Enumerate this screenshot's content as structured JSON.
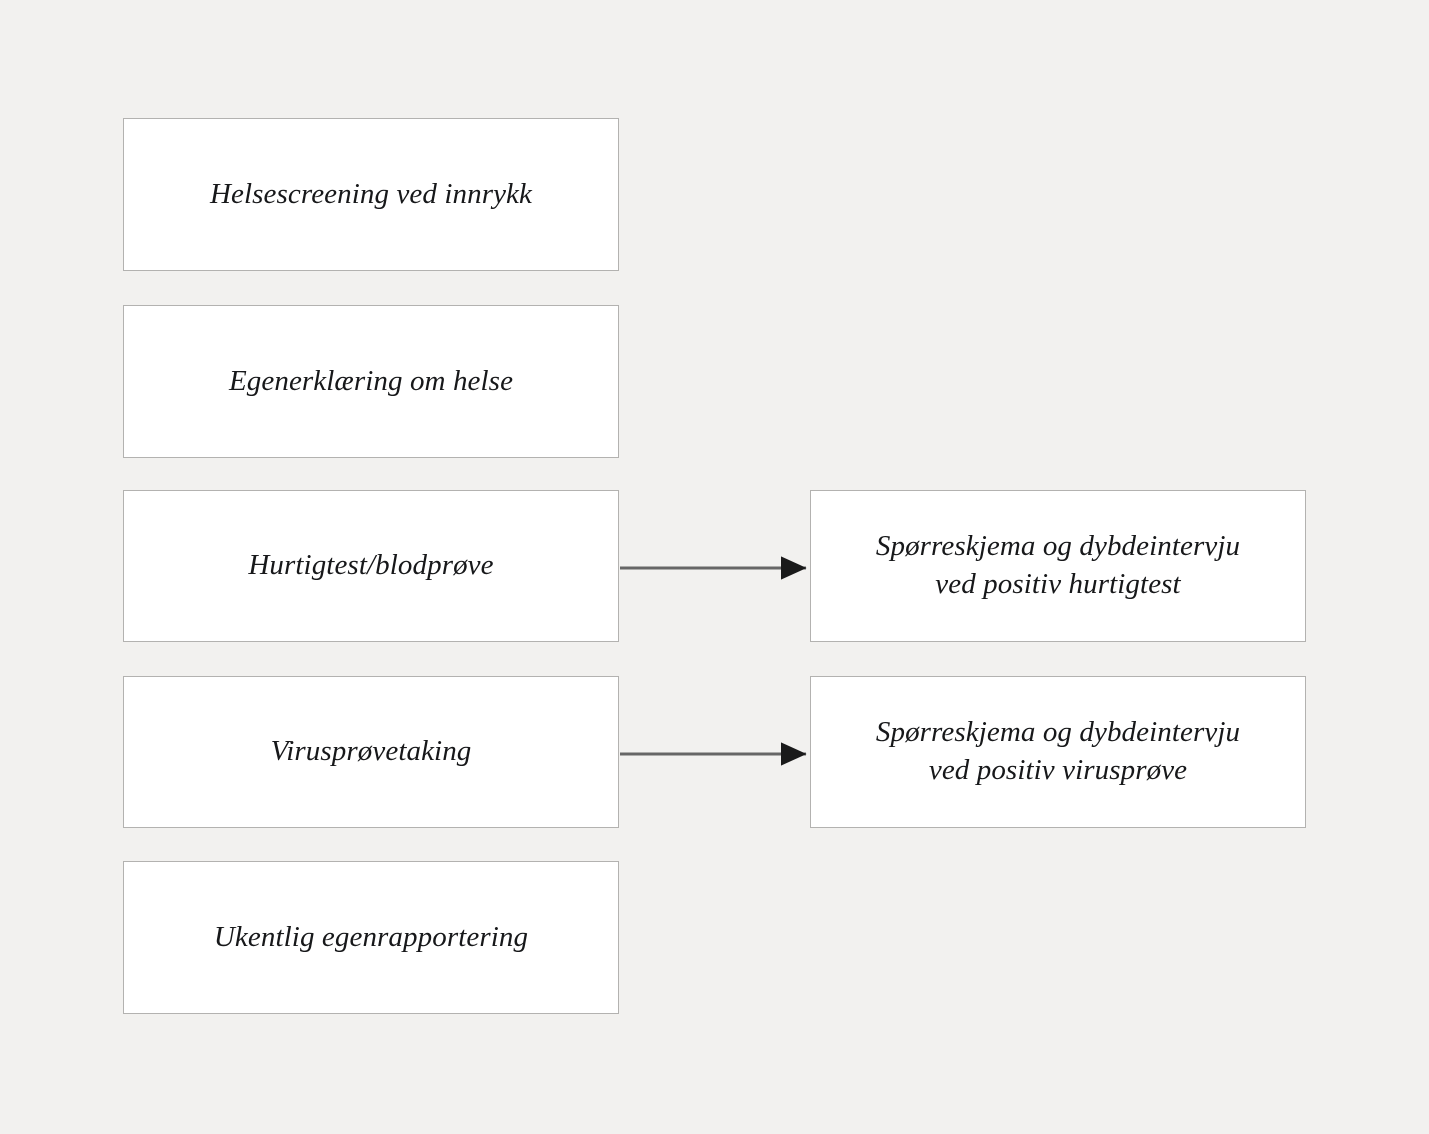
{
  "diagram": {
    "background_color": "#f2f1ef",
    "box_fill_color": "#ffffff",
    "box_border_color": "#b3b2b0",
    "text_color": "#17181a",
    "edge_line_color": "#666666",
    "arrowhead_color": "#1a1a1a",
    "nodes": [
      {
        "id": "helsescreening",
        "label": "Helsescreening ved innrykk",
        "column": "left",
        "row": 1
      },
      {
        "id": "egenerklaering",
        "label": "Egenerklæring om helse",
        "column": "left",
        "row": 2
      },
      {
        "id": "hurtigtest",
        "label": "Hurtigtest/blodprøve",
        "column": "left",
        "row": 3
      },
      {
        "id": "virusprovetaking",
        "label": "Virusprøvetaking",
        "column": "left",
        "row": 4
      },
      {
        "id": "ukentlig",
        "label": "Ukentlig egenrapportering",
        "column": "left",
        "row": 5
      },
      {
        "id": "sporreskjema-hurtigtest",
        "label": "Spørreskjema og dybdeintervju\nved positiv hurtigtest",
        "column": "right",
        "row": 3
      },
      {
        "id": "sporreskjema-virusprove",
        "label": "Spørreskjema og dybdeintervju\nved positiv virusprøve",
        "column": "right",
        "row": 4
      }
    ],
    "edges": [
      {
        "id": "edge-hurtigtest",
        "from": "hurtigtest",
        "to": "sporreskjema-hurtigtest",
        "style": "solid-arrow"
      },
      {
        "id": "edge-virusprove",
        "from": "virusprovetaking",
        "to": "sporreskjema-virusprove",
        "style": "solid-arrow"
      }
    ]
  }
}
